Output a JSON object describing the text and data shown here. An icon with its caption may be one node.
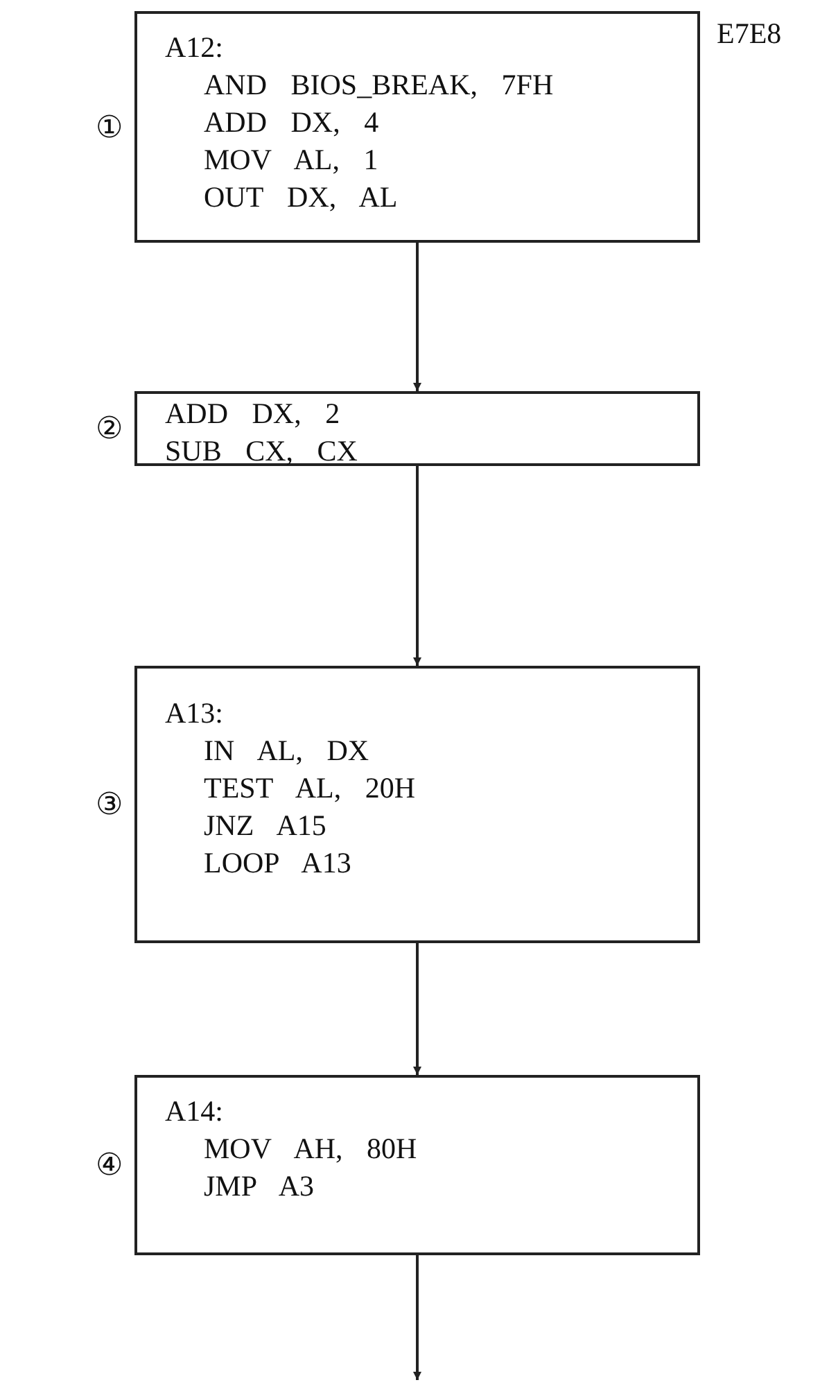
{
  "diagram": {
    "nodes": [
      {
        "text": [
          "A12:",
          "AND BIOS_BREAK, 7FH",
          "ADD DX, 4",
          "MOV AL, 1",
          "OUT DX, AL"
        ],
        "beside": [
          "①",
          "E7E8"
        ]
      },
      {
        "text": [
          "ADD DX, 2",
          "SUB CX, CX"
        ],
        "beside": [
          "②"
        ]
      },
      {
        "text": [
          "A13:",
          "IN AL, DX",
          "TEST AL, 20H",
          "JNZ A15",
          "LOOP A13"
        ],
        "beside": [
          "③"
        ]
      },
      {
        "text": [
          "A14:",
          "MOV AH, 80H",
          "JMP A3"
        ],
        "beside": [
          "④"
        ]
      }
    ],
    "edges": [
      {
        "from": 0,
        "to": 1,
        "arrow": "to"
      },
      {
        "from": 1,
        "to": 2,
        "arrow": "to"
      },
      {
        "from": 2,
        "to": 3,
        "arrow": "to"
      },
      {
        "from": 3,
        "to": null,
        "arrow": "to"
      }
    ]
  }
}
